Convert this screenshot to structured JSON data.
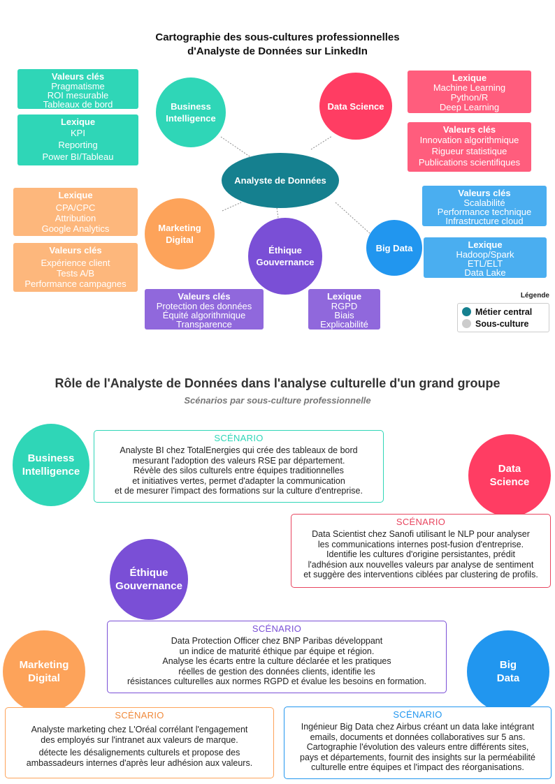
{
  "map": {
    "title_line1": "Cartographie des sous-cultures professionnelles",
    "title_line2": "d'Analyste de Données sur LinkedIn",
    "center": "Analyste de Données",
    "nodes": {
      "bi": {
        "line1": "Business",
        "line2": "Intelligence",
        "color": "#2fd6b7"
      },
      "ds": {
        "line1": "Data Science",
        "color": "#ff3d63"
      },
      "mk": {
        "line1": "Marketing",
        "line2": "Digital",
        "color": "#fda35a"
      },
      "eth": {
        "line1": "Éthique",
        "line2": "Gouvernance",
        "color": "#7a4fd6"
      },
      "bd": {
        "line1": "Big Data",
        "color": "#2196ef"
      }
    },
    "boxes": {
      "bi_valeurs": {
        "header": "Valeurs clés",
        "items": [
          "Pragmatisme",
          "ROI mesurable",
          "Tableaux de bord"
        ]
      },
      "bi_lexique": {
        "header": "Lexique",
        "items": [
          "KPI",
          "Reporting",
          "Power BI/Tableau"
        ]
      },
      "ds_lexique": {
        "header": "Lexique",
        "items": [
          "Machine Learning",
          "Python/R",
          "Deep Learning"
        ]
      },
      "ds_valeurs": {
        "header": "Valeurs clés",
        "items": [
          "Innovation algorithmique",
          "Rigueur statistique",
          "Publications scientifiques"
        ]
      },
      "mk_lexique": {
        "header": "Lexique",
        "items": [
          "CPA/CPC",
          "Attribution",
          "Google Analytics"
        ]
      },
      "mk_valeurs": {
        "header": "Valeurs clés",
        "items": [
          "Expérience client",
          "Tests A/B",
          "Performance campagnes"
        ]
      },
      "bd_valeurs": {
        "header": "Valeurs clés",
        "items": [
          "Scalabilité",
          "Performance technique",
          "Infrastructure cloud"
        ]
      },
      "bd_lexique": {
        "header": "Lexique",
        "items": [
          "Hadoop/Spark",
          "ETL/ELT",
          "Data Lake"
        ]
      },
      "eth_valeurs": {
        "header": "Valeurs clés",
        "items": [
          "Protection des données",
          "Équité algorithmique",
          "Transparence"
        ]
      },
      "eth_lexique": {
        "header": "Lexique",
        "items": [
          "RGPD",
          "Biais",
          "Explicabilité"
        ]
      }
    },
    "legend": {
      "title": "Légende",
      "central": "Métier central",
      "sub": "Sous-culture",
      "central_color": "#15808f",
      "sub_color": "#cccccc"
    }
  },
  "scenarios": {
    "title": "Rôle de l'Analyste de Données dans l'analyse culturelle d'un grand groupe",
    "subtitle": "Scénarios par sous-culture professionnelle",
    "header": "SCÉNARIO",
    "bi": {
      "label1": "Business",
      "label2": "Intelligence",
      "lines": [
        "Analyste BI chez TotalEnergies qui crée des tableaux de bord",
        "mesurant l'adoption des valeurs RSE par département.",
        "Révèle des silos culturels entre équipes traditionnelles",
        "et initiatives vertes, permet d'adapter la communication",
        "et de mesurer l'impact des formations sur la culture d'entreprise."
      ]
    },
    "ds": {
      "label1": "Data",
      "label2": "Science",
      "lines": [
        "Data Scientist chez Sanofi utilisant le NLP pour analyser",
        "les communications internes post-fusion d'entreprise.",
        "Identifie les cultures d'origine persistantes, prédit",
        "l'adhésion aux nouvelles valeurs par analyse de sentiment",
        "et suggère des interventions ciblées par clustering de profils."
      ]
    },
    "eth": {
      "label1": "Éthique",
      "label2": "Gouvernance",
      "lines": [
        "Data Protection Officer chez BNP Paribas développant",
        "un indice de maturité éthique par équipe et région.",
        "Analyse les écarts entre la culture déclarée et les pratiques",
        "réelles de gestion des données clients, identifie les",
        "résistances culturelles aux normes RGPD et évalue les besoins en formation."
      ]
    },
    "mk": {
      "label1": "Marketing",
      "label2": "Digital",
      "lines": [
        "Analyste marketing chez L'Oréal corrélant l'engagement",
        "des employés sur l'intranet aux valeurs de marque.",
        "détecte les désalignements culturels et propose des",
        "ambassadeurs internes d'après leur adhésion aux valeurs."
      ]
    },
    "bd": {
      "label1": "Big",
      "label2": "Data",
      "lines": [
        "Ingénieur Big Data chez Airbus créant un data lake intégrant",
        "emails, documents et données collaboratives sur 5 ans.",
        "Cartographie l'évolution des valeurs entre différents sites,",
        "pays et départements, fournit des insights sur la perméabilité",
        "culturelle entre équipes et l'impact des réorganisations."
      ]
    }
  }
}
